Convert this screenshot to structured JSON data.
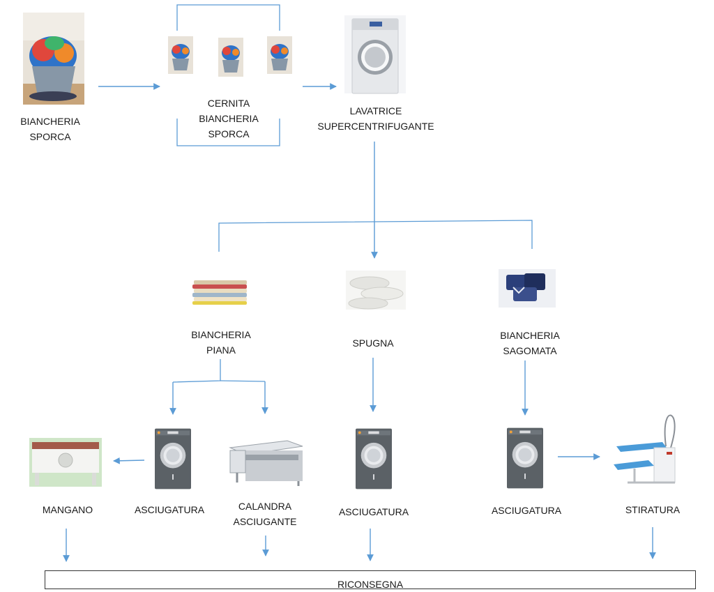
{
  "labels": {
    "dirty_laundry": [
      "BIANCHERIA",
      "SPORCA"
    ],
    "sorting": [
      "CERNITA",
      "BIANCHERIA",
      "SPORCA"
    ],
    "washer": [
      "LAVATRICE",
      "SUPERCENTRIFUGANTE"
    ],
    "flat_linen": [
      "BIANCHERIA",
      "PIANA"
    ],
    "terry": [
      "SPUGNA"
    ],
    "shaped_linen": [
      "BIANCHERIA",
      "SAGOMATA"
    ],
    "mangle": [
      "MANGANO"
    ],
    "dryer_1": [
      "ASCIUGATURA"
    ],
    "ironer": [
      "CALANDRA",
      "ASCIUGANTE"
    ],
    "dryer_2": [
      "ASCIUGATURA"
    ],
    "dryer_3": [
      "ASCIUGATURA"
    ],
    "ironing": [
      "STIRATURA"
    ]
  },
  "final_step": "RICONSEGNA",
  "colors": {
    "line": "#5b9bd5",
    "text": "#1a1a1a",
    "machine_body": "#5b6166",
    "machine_white": "#dcdde0"
  },
  "icons": [
    "laundry-basket-icon",
    "washing-machine-icon",
    "dryer-icon",
    "folded-linen-icon",
    "towels-icon",
    "shirts-icon",
    "mangle-icon",
    "flatwork-ironer-icon",
    "ironing-table-icon"
  ]
}
